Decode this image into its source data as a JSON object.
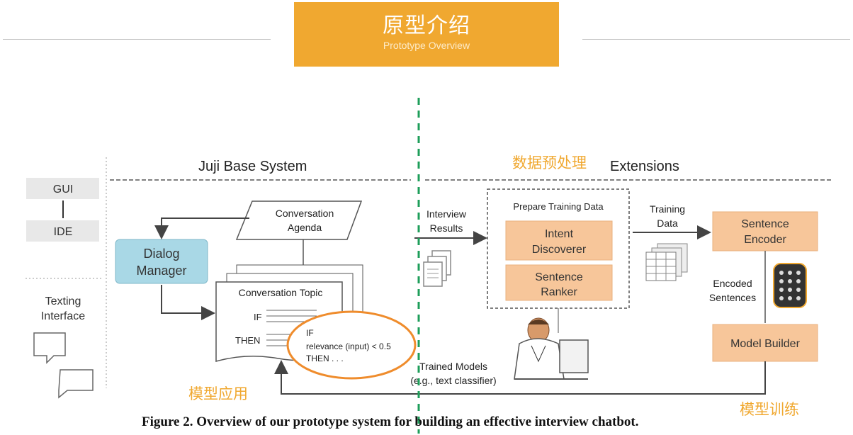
{
  "header": {
    "title_zh": "原型介绍",
    "title_en": "Prototype Overview"
  },
  "diagram": {
    "base_system_title": "Juji Base System",
    "extensions_title": "Extensions",
    "left_column": {
      "gui": "GUI",
      "ide": "IDE",
      "texting_interface_line1": "Texting",
      "texting_interface_line2": "Interface"
    },
    "dialog_manager_line1": "Dialog",
    "dialog_manager_line2": "Manager",
    "conversation_agenda_line1": "Conversation",
    "conversation_agenda_line2": "Agenda",
    "conversation_topic": "Conversation Topic",
    "if_label": "IF",
    "then_label": "THEN",
    "bubble_line1": "IF",
    "bubble_line2": "relevance (input) < 0.5",
    "bubble_line3": "THEN . . .",
    "interview_results_line1": "Interview",
    "interview_results_line2": "Results",
    "prepare_training_data": "Prepare Training Data",
    "intent_discoverer_line1": "Intent",
    "intent_discoverer_line2": "Discoverer",
    "sentence_ranker_line1": "Sentence",
    "sentence_ranker_line2": "Ranker",
    "training_data_line1": "Training",
    "training_data_line2": "Data",
    "sentence_encoder_line1": "Sentence",
    "sentence_encoder_line2": "Encoder",
    "encoded_sentences_line1": "Encoded",
    "encoded_sentences_line2": "Sentences",
    "model_builder": "Model Builder",
    "trained_models_line1": "Trained Models",
    "trained_models_line2": "(e.g., text classifier)",
    "caption": "Figure 2. Overview of our prototype system for building an effective interview chatbot."
  },
  "annotations": {
    "preprocessing_zh": "数据预处理",
    "application_zh": "模型应用",
    "training_zh": "模型训练"
  },
  "colors": {
    "accent_orange": "#f0a830",
    "box_peach": "#f7c69a",
    "dialog_blue": "#a9d8e6",
    "divider_green": "#1e9e5a"
  }
}
